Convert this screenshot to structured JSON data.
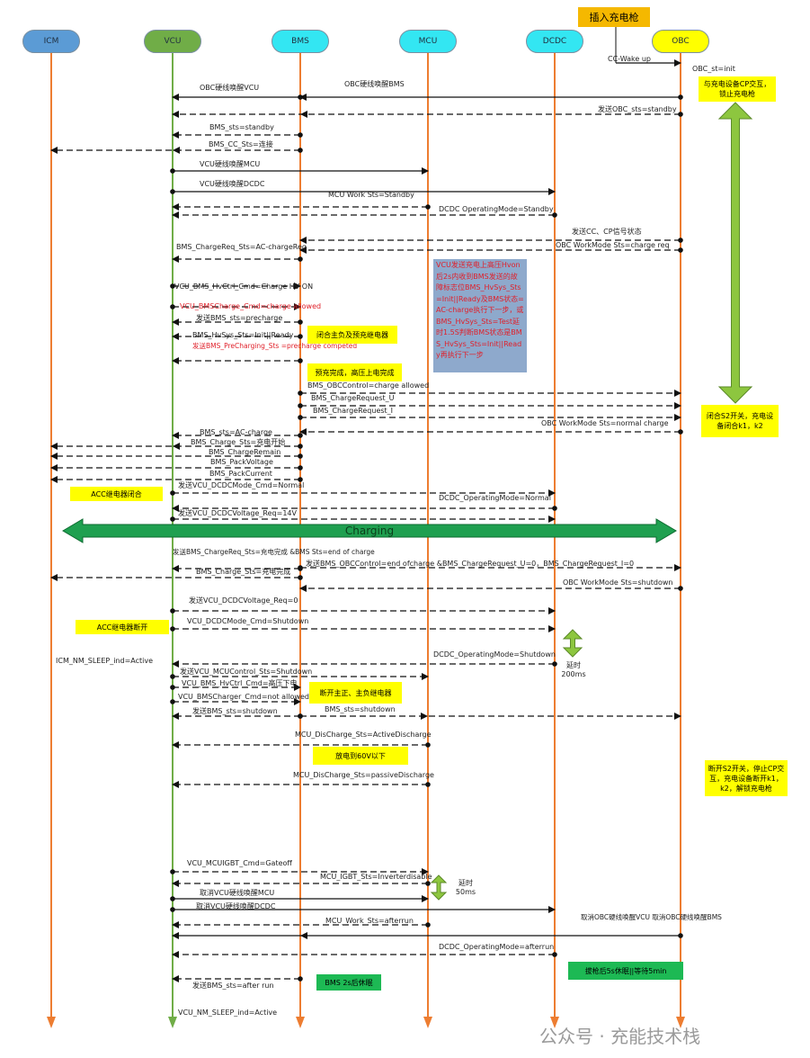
{
  "lanes": [
    {
      "name": "ICM",
      "color": "#5b9bd5"
    },
    {
      "name": "VCU",
      "color": "#70ad47"
    },
    {
      "name": "BMS",
      "color": "#33e6f2"
    },
    {
      "name": "MCU",
      "color": "#33e6f2"
    },
    {
      "name": "DCDC",
      "color": "#33e6f2"
    },
    {
      "name": "OBC",
      "color": "#ffff00"
    }
  ],
  "messages": [
    {
      "label": "CC-Wake up"
    },
    {
      "label": "OBC硬线唤醒BMS"
    },
    {
      "label": "OBC硬线唤醒VCU"
    },
    {
      "label": "发送OBC_sts=standby"
    },
    {
      "label": "BMS_sts=standby"
    },
    {
      "label": "BMS_CC_Sts=连接"
    },
    {
      "label": "VCU硬线唤醒MCU"
    },
    {
      "label": "VCU硬线唤醒DCDC"
    },
    {
      "label": "MCU Work Sts=Standby"
    },
    {
      "label": "DCDC OperatingMode=Standby"
    },
    {
      "label": "发送CC、CP信号状态"
    },
    {
      "label": "OBC WorkMode Sts=charge req"
    },
    {
      "label": "BMS_ChargeReq_Sts=AC-chargeReq"
    },
    {
      "label": "VCU_BMS_HvCtrl_Cmd=Charge HV ON"
    },
    {
      "label": "VCU_BMSCharge_Cmd=charge allowed"
    },
    {
      "label": "发送BMS_sts=precharge"
    },
    {
      "label": "BMS_HvSys_Sts=Init||Ready"
    },
    {
      "label": "发送BMS_PreCharging_Sts =precharge competed"
    },
    {
      "label": "BMS_OBCControl=charge allowed"
    },
    {
      "label": "BMS_ChargeRequest_U"
    },
    {
      "label": "BMS_ChargeRequest_I"
    },
    {
      "label": "OBC WorkMode Sts=normal charge"
    },
    {
      "label": "BMS_sts=AC-charge"
    },
    {
      "label": "BMS_Charge_Sts=充电开始"
    },
    {
      "label": "BMS_ChargeRemain"
    },
    {
      "label": "BMS_PackVoltage"
    },
    {
      "label": "BMS_PackCurrent"
    },
    {
      "label": "发送VCU_DCDCMode_Cmd=Normal"
    },
    {
      "label": "DCDC_OperatingMode=Normal"
    },
    {
      "label": "发送VCU_DCDCVoltage_Req=14V"
    },
    {
      "label": "发送BMS_ChargeReq_Sts=充电完成 &BMS Sts=end of charge"
    },
    {
      "label": "发送BMS_OBCControl=end ofcharge &BMS_ChargeRequest_U=0，BMS_ChargeRequest_I=0"
    },
    {
      "label": "BMS_Charge_Sts=充电完成"
    },
    {
      "label": "OBC WorkMode Sts=shutdown"
    },
    {
      "label": "发送VCU_DCDCVoltage_Req=0"
    },
    {
      "label": "VCU_DCDCMode_Cmd=Shutdown"
    },
    {
      "label": "DCDC_OperatingMode=Shutdown"
    },
    {
      "label": "发送VCU_MCUControl_Sts=Shutdown"
    },
    {
      "label": "VCU_BMS_HvCtrl_Cmd=高压下电"
    },
    {
      "label": "VCU_BMSCharger_Cmd=not allowed"
    },
    {
      "label": "发送BMS_sts=shutdown"
    },
    {
      "label": "BMS_sts=shutdown"
    },
    {
      "label": "MCU_DisCharge_Sts=ActiveDischarge"
    },
    {
      "label": "MCU_DisCharge_Sts=passiveDischarge"
    },
    {
      "label": "VCU_MCUIGBT_Cmd=Gateoff"
    },
    {
      "label": "MCU_IGBT_Sts=Inverterdisable"
    },
    {
      "label": "取消VCU硬线唤醒MCU"
    },
    {
      "label": "取消VCU硬线唤醒DCDC"
    },
    {
      "label": "MCU_Work_Sts=afterrun"
    },
    {
      "label": "取消OBC硬线唤醒VCU 取消OBC硬线唤醒BMS"
    },
    {
      "label": "DCDC_OperatingMode=afterrun"
    },
    {
      "label": "发送BMS_sts=after run"
    }
  ],
  "notes": [
    {
      "text": "插入充电枪",
      "bg": "#f5b800"
    },
    {
      "text": "与充电设备CP交互，锁止充电枪",
      "bg": "#ffff00"
    },
    {
      "text": "闭合主负及预充继电器",
      "bg": "#ffff00"
    },
    {
      "text": "预充完成，高压上电完成",
      "bg": "#ffff00"
    },
    {
      "text": "VCU发送充电上高压Hvon后2s内收到BMS发送的故障标志位BMS_HvSys_Sts=Init||Ready及BMS状态=AC-charge执行下一步，或BMS_HvSys_Sts=Test延时1.5S判断BMS状态是BMS_HvSys_Sts=Init||Ready再执行下一步",
      "bg": "#8ea9cc"
    },
    {
      "text": "闭合S2开关，充电设备闭合k1，k2",
      "bg": "#ffff00"
    },
    {
      "text": "ACC继电器闭合",
      "bg": "#ffff00"
    },
    {
      "text": "ACC继电器断开",
      "bg": "#ffff00"
    },
    {
      "text": "断开主正、主负继电器",
      "bg": "#ffff00"
    },
    {
      "text": "放电到60V以下",
      "bg": "#ffff00"
    },
    {
      "text": "断开S2开关，停止CP交互，充电设备断开k1，k2，解锁充电枪",
      "bg": "#ffff00"
    },
    {
      "text": "拔枪后5s休眠||等待5min",
      "bg": "#1db954"
    },
    {
      "text": "BMS 2s后休眠",
      "bg": "#1db954"
    }
  ],
  "texts": {
    "obc_init": "OBC_st=init",
    "icm_sleep": "ICM_NM_SLEEP_ind=Active",
    "delay_200": "延时 200ms",
    "delay_50": "延时 50ms",
    "vcu_sleep": "VCU_NM_SLEEP_ind=Active",
    "charging": "Charging",
    "watermark": "公众号 · 充能技术栈"
  },
  "colors": {
    "lifeline": "#ed7d31",
    "vcu_lifeline": "#70ad47",
    "charging": "#1fa050",
    "delay_arrow": "#8dc63f"
  }
}
